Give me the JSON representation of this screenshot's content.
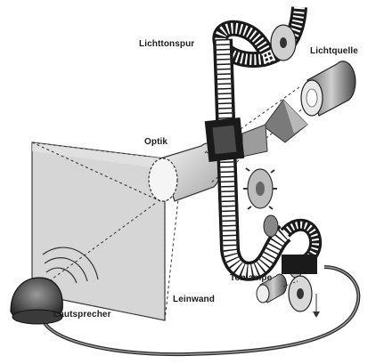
{
  "diagram": {
    "labels": {
      "lichttonspur": "Lichttonspur",
      "lichtquelle": "Lichtquelle",
      "optik": "Optik",
      "tonlampe": "Tonlampe",
      "leinwand": "Leinwand",
      "lautsprecher": "Lautsprecher"
    }
  },
  "colors": {
    "ink": "#1c1c1c",
    "paper": "#ffffff",
    "screen": "#d8d8d8",
    "metal": "#8a8a8a"
  },
  "icons": [
    "projector-screen",
    "film-strip",
    "lens",
    "light-source",
    "reel",
    "speaker",
    "sound-lamp"
  ]
}
